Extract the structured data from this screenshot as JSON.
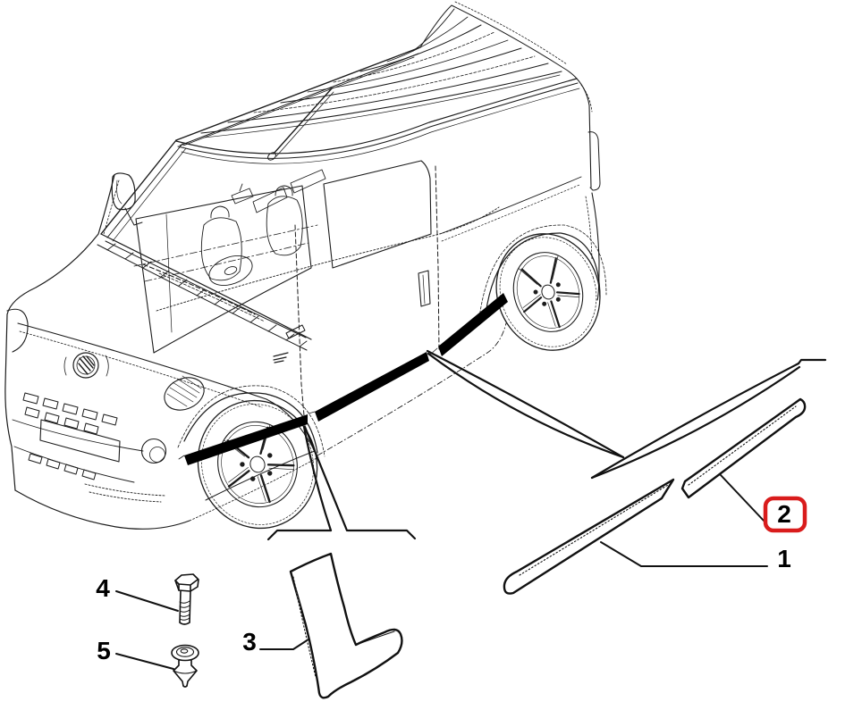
{
  "diagram": {
    "background_color": "#ffffff",
    "line_color": "#1c1c1c",
    "part_line_color": "#111111",
    "highlight_color": "#d91c1c",
    "callouts": [
      {
        "label": "1",
        "highlighted": false
      },
      {
        "label": "2",
        "highlighted": true
      },
      {
        "label": "3",
        "highlighted": false
      },
      {
        "label": "4",
        "highlighted": false
      },
      {
        "label": "5",
        "highlighted": false
      }
    ]
  }
}
